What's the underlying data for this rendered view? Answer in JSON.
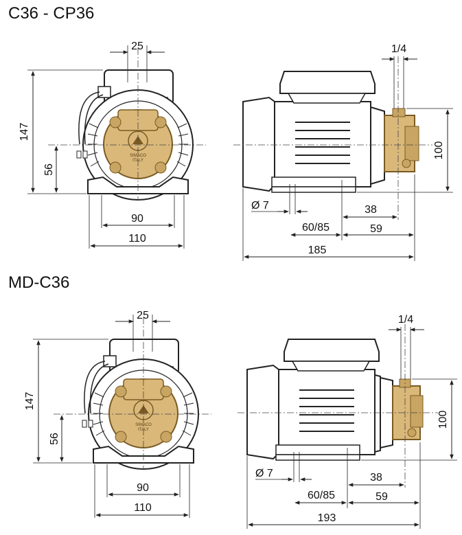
{
  "sections": [
    {
      "title": "C36 - CP36",
      "dims": {
        "top_width": "25",
        "height": "147",
        "axis_height": "56",
        "base_inner": "90",
        "base_outer": "110",
        "port": "1/4",
        "side_height": "100",
        "hole": "Ø 7",
        "mount": "60/85",
        "inlet": "38",
        "outlet": "59",
        "length": "185"
      }
    },
    {
      "title": "MD-C36",
      "dims": {
        "top_width": "25",
        "height": "147",
        "axis_height": "56",
        "base_inner": "90",
        "base_outer": "110",
        "port": "1/4",
        "side_height": "100",
        "hole": "Ø 7",
        "mount": "60/85",
        "inlet": "38",
        "outlet": "59",
        "length": "193"
      }
    }
  ],
  "logo_text": [
    "SIMACO",
    "ITALY"
  ],
  "colors": {
    "brass": "#d9b87a",
    "brass_dark": "#a98444",
    "line": "#222222",
    "body": "#ffffff"
  }
}
